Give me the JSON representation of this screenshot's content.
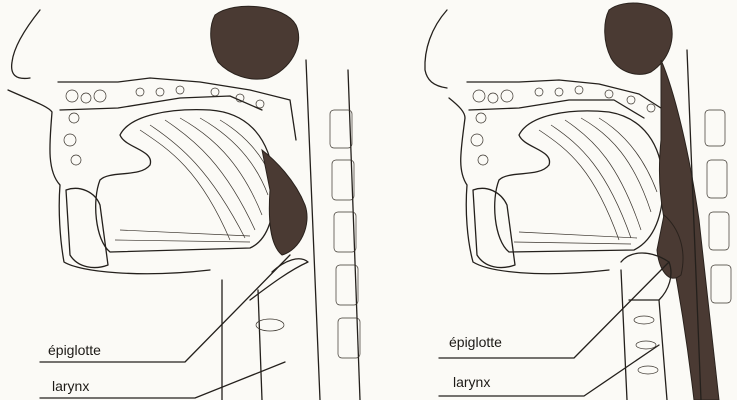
{
  "figure": {
    "left_panel": {
      "labels": {
        "epiglottis": "épiglotte",
        "larynx": "larynx"
      }
    },
    "right_panel": {
      "labels": {
        "epiglottis": "épiglotte",
        "larynx": "larynx"
      }
    }
  }
}
